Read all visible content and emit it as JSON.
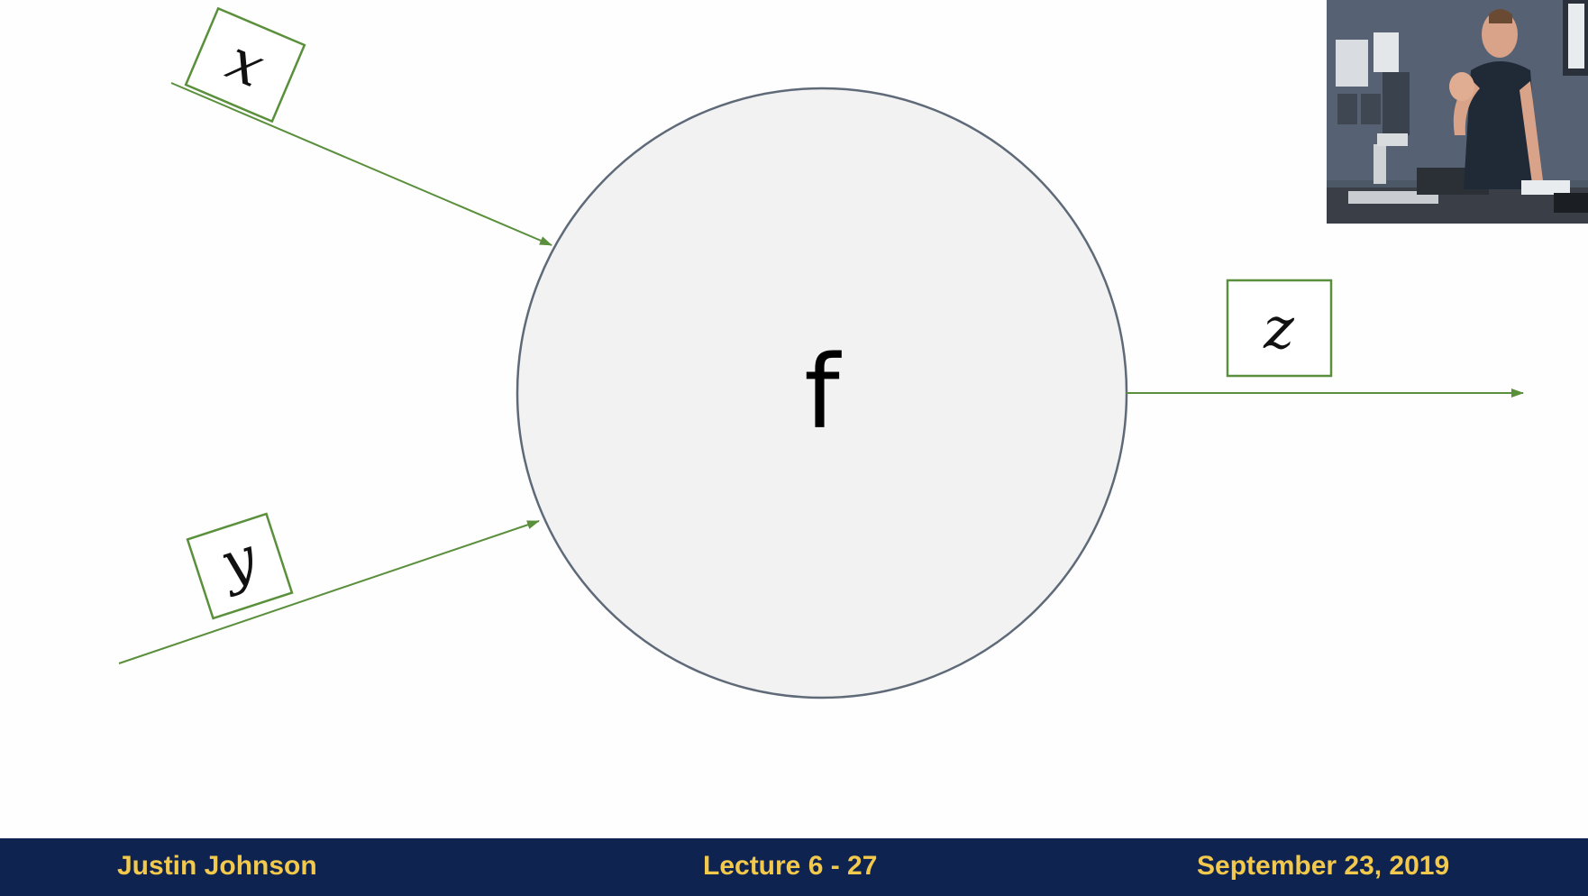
{
  "diagram": {
    "inputs": [
      {
        "id": "x",
        "label": "x"
      },
      {
        "id": "y",
        "label": "y"
      }
    ],
    "node": {
      "label": "f"
    },
    "output": {
      "id": "z",
      "label": "z"
    },
    "colors": {
      "edge": "#5a8f3c",
      "node_fill": "#f2f2f2",
      "node_stroke": "#5f6a78",
      "label_box": "#5a8f3c"
    }
  },
  "footer": {
    "author": "Justin Johnson",
    "lecture": "Lecture 6 - 27",
    "date": "September 23, 2019",
    "background": "#0f2350",
    "text_color": "#f2c94c"
  }
}
